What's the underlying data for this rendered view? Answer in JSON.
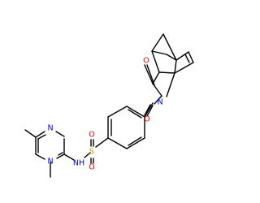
{
  "atom_labels": {
    "pyrimidine_n_top": "N",
    "pyrimidine_n_bottom": "N",
    "sulfonamide_nh": "NH",
    "sulfur": "S",
    "sulfonyl_o_top": "O",
    "sulfonyl_o_bottom": "O",
    "imide_n": "N",
    "imide_o_top": "O",
    "imide_o_bottom": "O"
  },
  "colors": {
    "bond": "#000000",
    "nitrogen": "#0000ff",
    "oxygen": "#ff0000",
    "sulfur": "#b8a200"
  }
}
